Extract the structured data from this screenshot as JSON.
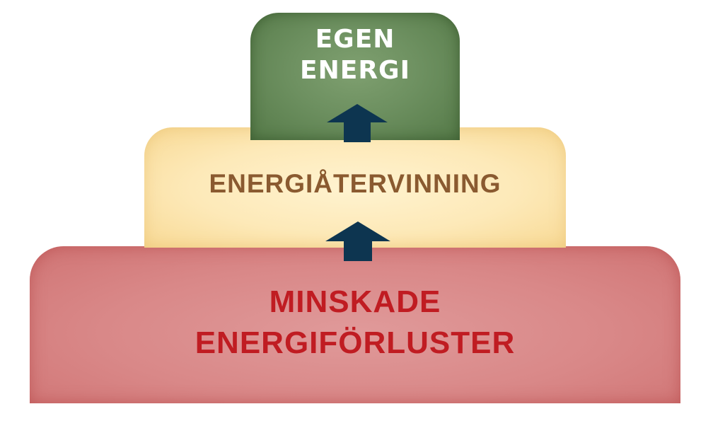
{
  "tiers": {
    "top": {
      "lines": [
        "EGEN",
        "ENERGI"
      ],
      "color": "#6d9060",
      "text_color": "#ffffff"
    },
    "middle": {
      "lines": [
        "ENERGIÅTERVINNING"
      ],
      "color": "#fde9b8",
      "text_color": "#8a5a30"
    },
    "bottom": {
      "lines": [
        "MINSKADE",
        "ENERGIFÖRLUSTER"
      ],
      "color": "#d98888",
      "text_color": "#c01c22"
    }
  },
  "arrow_color": "#0d3550",
  "icons": {
    "arrow_upper": "arrow-up-icon",
    "arrow_lower": "arrow-up-icon"
  }
}
